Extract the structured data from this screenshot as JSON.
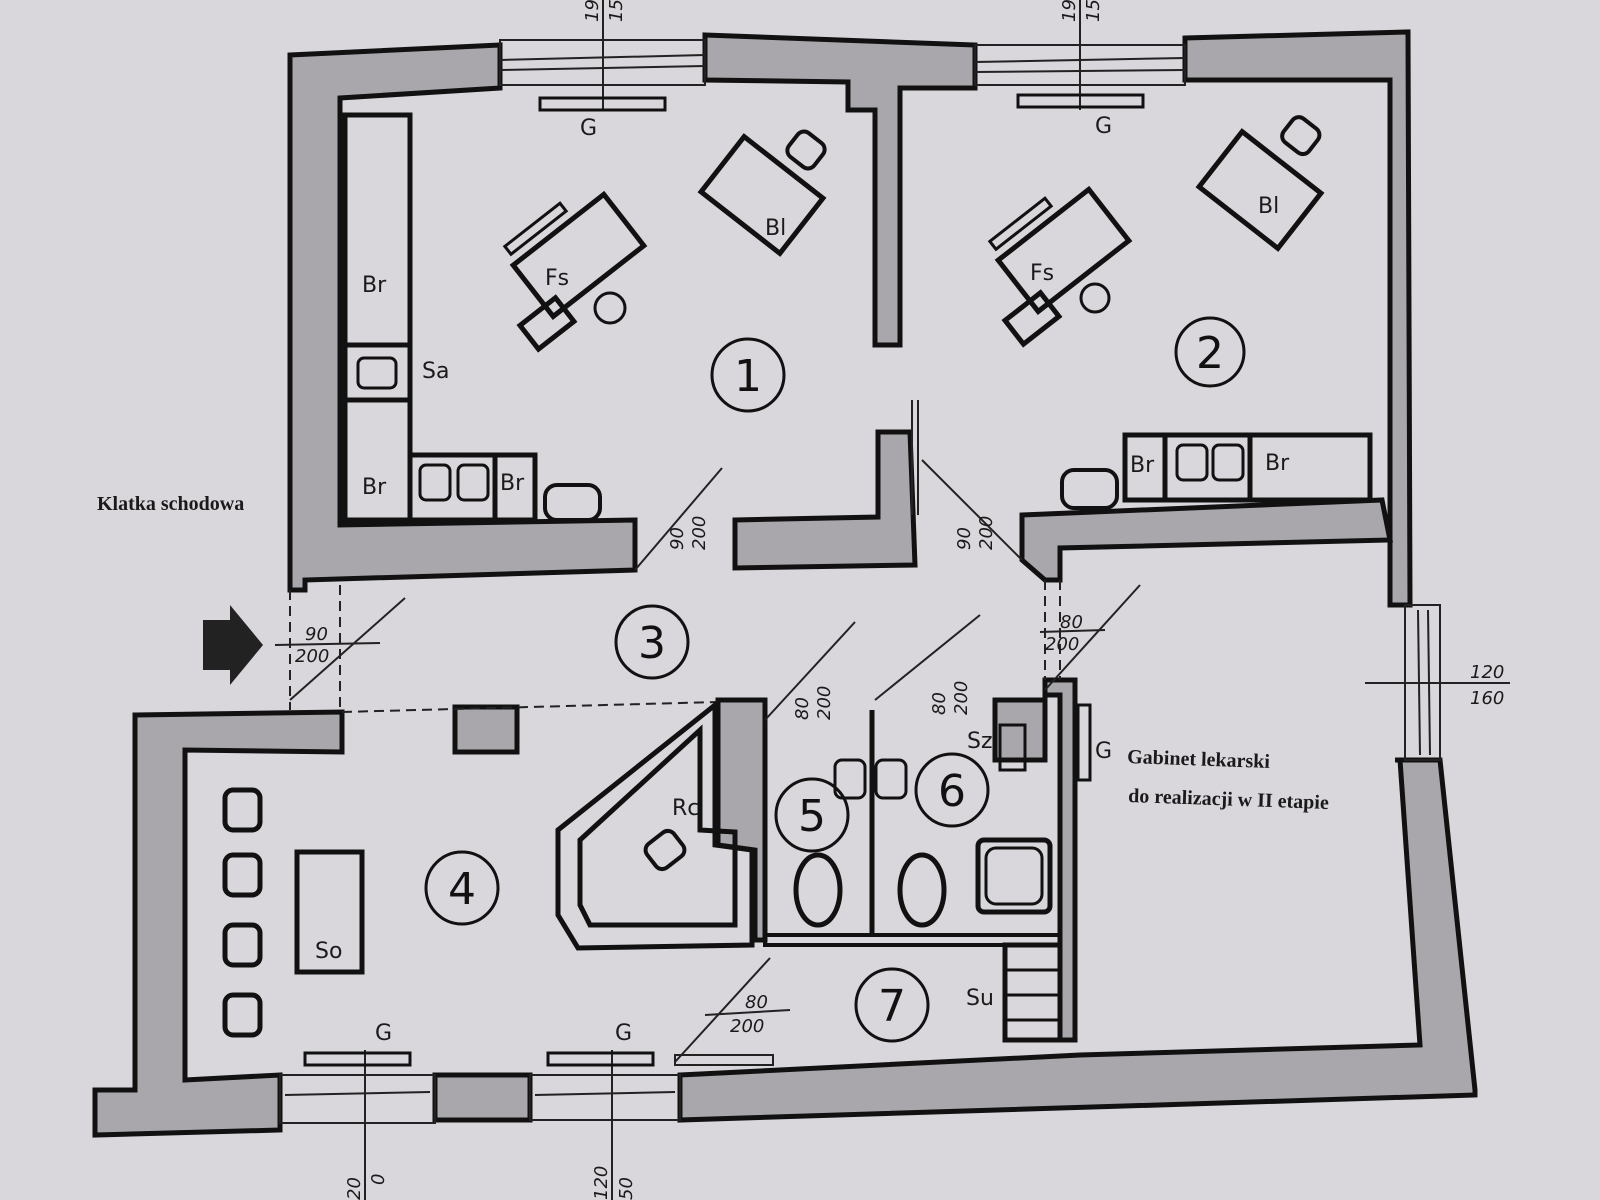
{
  "plan": {
    "labels": {
      "stairwell": "Klatka schodowa",
      "office_line1": "Gabinet lekarski",
      "office_line2": "do realizacji w II etapie"
    },
    "rooms": [
      "1",
      "2",
      "3",
      "4",
      "5",
      "6",
      "7"
    ],
    "furniture": {
      "Br": "Br",
      "Sa": "Sa",
      "Fs": "Fs",
      "Bl": "Bl",
      "G": "G",
      "Rc": "Rc",
      "So": "So",
      "Sz": "Sz",
      "Su": "Su"
    },
    "dimensions": {
      "door_90_200_a_top": "90",
      "door_90_200_a_bot": "200",
      "door_90_200_b_top": "90",
      "door_90_200_b_bot": "200",
      "door_entry_top": "90",
      "door_entry_bot": "200",
      "door_80_200_a_top": "80",
      "door_80_200_a_bot": "200",
      "door_80_200_b_top": "80",
      "door_80_200_b_bot": "200",
      "door_80_200_c_top": "80",
      "door_80_200_c_bot": "200",
      "door_80_200_d_top": "80",
      "door_80_200_d_bot": "200",
      "window_right_top": "120",
      "window_right_bot": "160",
      "window_top1_a": "19",
      "window_top1_b": "15",
      "window_top2_a": "19",
      "window_top2_b": "15",
      "window_bot1_a": "20",
      "window_bot1_b": "0",
      "window_bot2_a": "120",
      "window_bot2_b": "50"
    }
  }
}
